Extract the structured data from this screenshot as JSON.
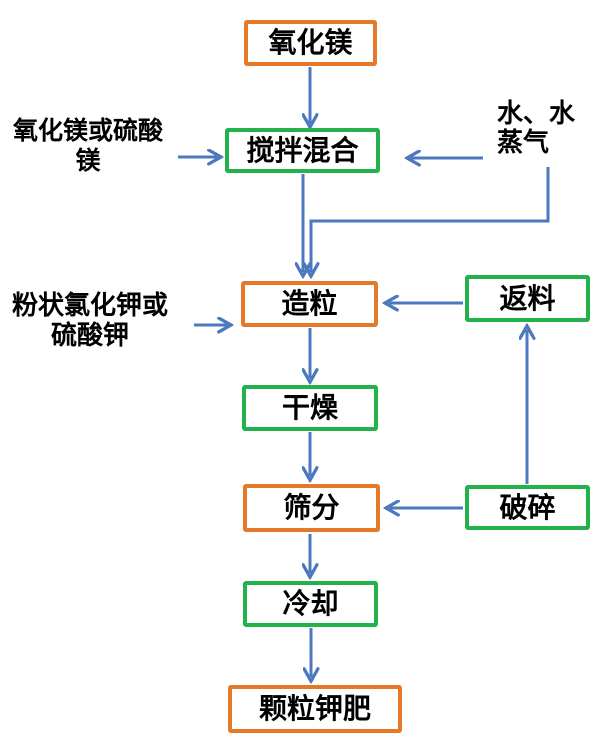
{
  "nodes": {
    "oxide": {
      "label": "氧化镁"
    },
    "mix": {
      "label": "搅拌混合"
    },
    "granulate": {
      "label": "造粒"
    },
    "return_material": {
      "label": "返料"
    },
    "dry": {
      "label": "干燥"
    },
    "sieve": {
      "label": "筛分"
    },
    "crush": {
      "label": "破碎"
    },
    "cool": {
      "label": "冷却"
    },
    "product": {
      "label": "颗粒钾肥"
    }
  },
  "inputs": {
    "magnesium_source": {
      "line1": "氧化镁或硫酸",
      "line2": "镁"
    },
    "water": {
      "line1": "水、水",
      "line2": "蒸气"
    },
    "potassium_source": {
      "line1": "粉状氯化钾或",
      "line2": "硫酸钾"
    }
  },
  "edges": [
    {
      "from": "oxide",
      "to": "mix"
    },
    {
      "from": "magnesium_source",
      "to": "mix"
    },
    {
      "from": "water",
      "to": "mix"
    },
    {
      "from": "mix",
      "to": "granulate"
    },
    {
      "from": "water",
      "to": "granulate"
    },
    {
      "from": "potassium_source",
      "to": "granulate"
    },
    {
      "from": "return_material",
      "to": "granulate"
    },
    {
      "from": "granulate",
      "to": "dry"
    },
    {
      "from": "dry",
      "to": "sieve"
    },
    {
      "from": "crush",
      "to": "sieve"
    },
    {
      "from": "crush",
      "to": "return_material"
    },
    {
      "from": "sieve",
      "to": "cool"
    },
    {
      "from": "cool",
      "to": "product"
    }
  ],
  "colors": {
    "node_border_orange": "#E6782A",
    "node_border_green": "#23B14B",
    "arrow_blue": "#4B78BE",
    "text": "#000000",
    "background": "#FFFFFF"
  }
}
